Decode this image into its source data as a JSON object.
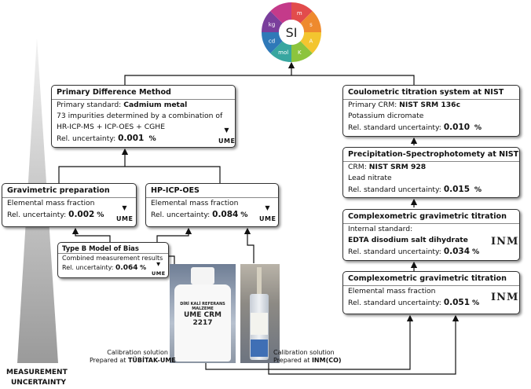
{
  "si_wheel": {
    "center": "SI",
    "units": [
      "m",
      "s",
      "A",
      "K",
      "mol",
      "cd",
      "kg"
    ],
    "segment_colors": [
      "#e24c4c",
      "#ee8a2e",
      "#f3c52f",
      "#8cc43e",
      "#38a6a0",
      "#2f79b8",
      "#7a3e9c",
      "#c43a8a"
    ]
  },
  "primary": {
    "title": "Primary Difference Method",
    "standard_label": "Primary standard: ",
    "standard_value": "Cadmium metal",
    "line2": "73 impurities determined by a combination of",
    "line3": "HR-ICP-MS  + ICP-OES  + CGHE",
    "unc_label": "Rel. uncertainty: ",
    "unc_value": "0.001",
    "unc_unit": "%"
  },
  "gravimetric": {
    "title": "Gravimetric preparation",
    "line1": "Elemental mass fraction",
    "unc_label": "Rel. uncertainty: ",
    "unc_value": "0.002",
    "unc_unit": "%"
  },
  "hpicp": {
    "title": "HP-ICP-OES",
    "line1": "Elemental mass fraction",
    "unc_label": "Rel. uncertainty: ",
    "unc_value": "0.084",
    "unc_unit": "%"
  },
  "typeb": {
    "title": "Type B Model of Bias",
    "line1": "Combined measurement results",
    "unc_label": "Rel. uncertainty: ",
    "unc_value": "0.064",
    "unc_unit": "%"
  },
  "coulometric": {
    "title": "Coulometric titration system at NIST",
    "crm_label": "Primary CRM: ",
    "crm_value": "NIST SRM 136c",
    "line2": "Potassium dicromate",
    "unc_label": "Rel. standard uncertainty: ",
    "unc_value": "0.010",
    "unc_unit": "%"
  },
  "precip": {
    "title": "Precipitation-Spectrophotomety at NIST",
    "crm_label": "CRM: ",
    "crm_value": "NIST SRM 928",
    "line2": "Lead nitrate",
    "unc_label": "Rel. standard uncertainty: ",
    "unc_value": "0.015",
    "unc_unit": "%"
  },
  "complex1": {
    "title": "Complexometric gravimetric titration",
    "line1": "Internal standard:",
    "line2": "EDTA disodium salt dihydrate",
    "unc_label": "Rel. standard uncertainty: ",
    "unc_value": "0.034",
    "unc_unit": "%"
  },
  "complex2": {
    "title": "Complexometric gravimetric titration",
    "line1": "Elemental mass fraction",
    "unc_label": "Rel. standard uncertainty: ",
    "unc_value": "0.051",
    "unc_unit": "%"
  },
  "logos": {
    "ume": "UME",
    "inm": "INM"
  },
  "bottle": {
    "brand_line": "DİRİ KALİ REFERANS MALZEME",
    "crm": "UME CRM 2217"
  },
  "captions": {
    "ume_line1": "Calibration solution",
    "ume_line2_prefix": "Prepared at ",
    "ume_line2_bold": "TÜBİTAK-UME",
    "inm_line1": "Calibration solution",
    "inm_line2_prefix": "Prepared at ",
    "inm_line2_bold": "INM(CO)"
  },
  "axis": {
    "line1": "MEASUREMENT",
    "line2": "UNCERTAINTY"
  }
}
